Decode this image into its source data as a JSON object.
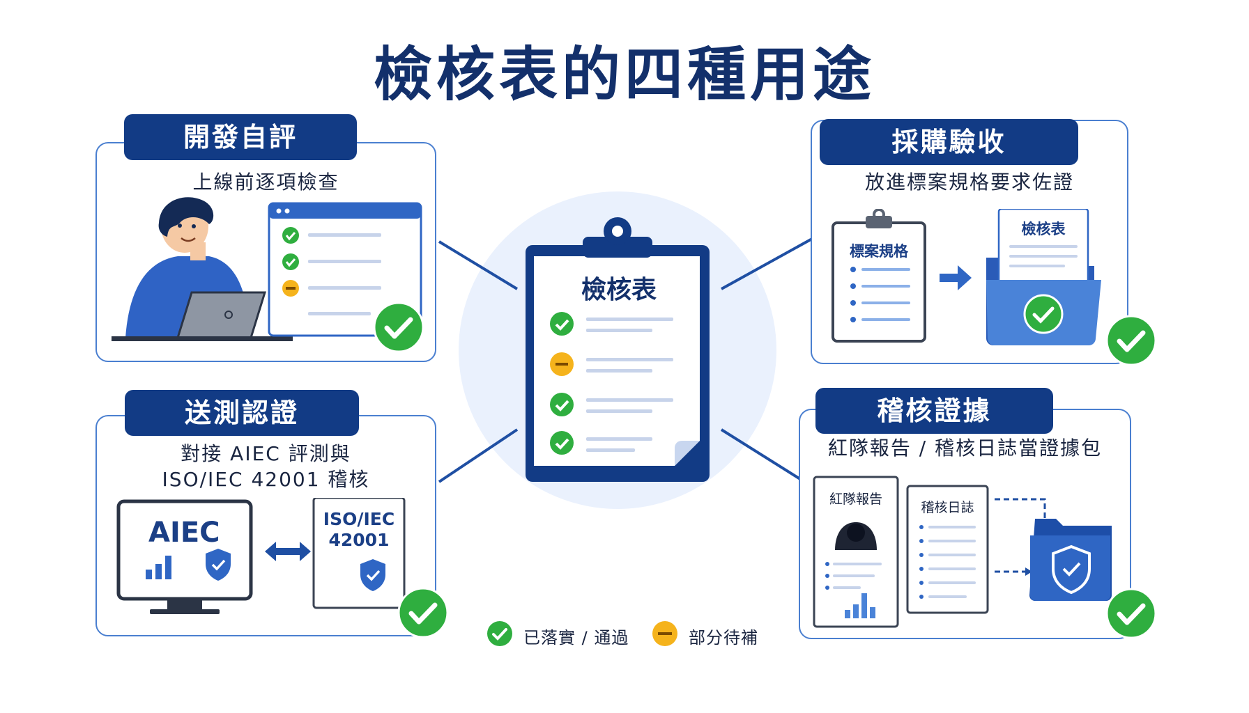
{
  "title": "檢核表的四種用途",
  "center": {
    "label": "檢核表",
    "items": [
      "done",
      "partial",
      "done",
      "done"
    ]
  },
  "cards": {
    "dev": {
      "tab": "開發自評",
      "subtitle": "上線前逐項檢查"
    },
    "procure": {
      "tab": "採購驗收",
      "subtitle": "放進標案規格要求佐證",
      "doc_label": "標案規格",
      "paper_label": "檢核表"
    },
    "cert": {
      "tab": "送測認證",
      "subtitle_line1": "對接 AIEC 評測與",
      "subtitle_line2": "ISO/IEC 42001 稽核",
      "monitor_label": "AIEC",
      "doc_label_line1": "ISO/IEC",
      "doc_label_line2": "42001"
    },
    "audit": {
      "tab": "稽核證據",
      "subtitle": "紅隊報告 / 稽核日誌當證據包",
      "doc1_label": "紅隊報告",
      "doc2_label": "稽核日誌"
    }
  },
  "legend": {
    "done": {
      "label": "已落實 / 通過",
      "icon": "check-circle-icon"
    },
    "partial": {
      "label": "部分待補",
      "icon": "minus-circle-icon"
    }
  },
  "colors": {
    "navy": "#123b85",
    "blue": "#2f66c4",
    "green": "#2fae3f",
    "amber": "#f5b31c",
    "card_border": "#4a7fd0"
  }
}
